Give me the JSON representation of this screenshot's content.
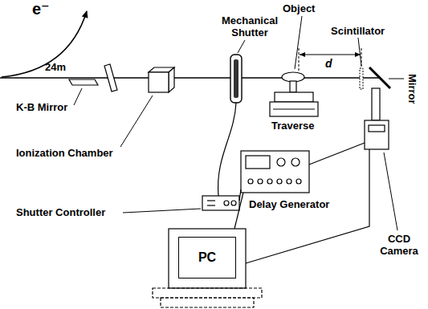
{
  "diagram": {
    "nodes": [
      {
        "text": [
          "PC"
        ]
      }
    ],
    "labels": [
      "e⁻",
      "24m",
      "K-B Mirror",
      "Ionization Chamber",
      "Mechanical Shutter",
      "Object",
      "Traverse",
      "d",
      "Scintillator",
      "Mirror",
      "Shutter Controller",
      "Delay Generator",
      "CCD Camera"
    ]
  }
}
